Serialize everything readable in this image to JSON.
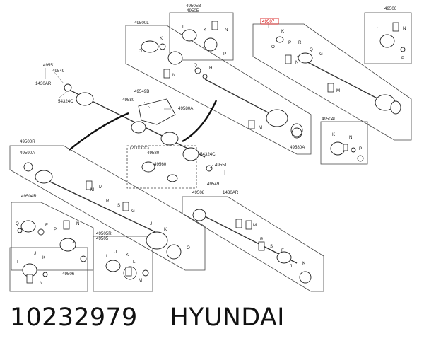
{
  "caption": {
    "part_number": "10232979",
    "brand": "HYUNDAI"
  },
  "highlight_color": "#d40000",
  "callouts": {
    "c49505B": "49505B",
    "c49505": "49505",
    "c49507": "49507",
    "c49506_top": "49506",
    "c49500L": "49500L",
    "c49551_a": "49551",
    "c49549_a": "49549",
    "c1430AR_a": "1430AR",
    "c54324C_a": "54324C",
    "c49549B": "49549B",
    "c49580": "49580",
    "c49580A_a": "49580A",
    "c49580A_b": "49580A",
    "c49504L": "49504L",
    "c49500R": "49500R",
    "c49590A": "49590A",
    "c2000CC": "(2000CC)",
    "c49580_b": "49580",
    "c49560": "49560",
    "c54324C_b": "54324C",
    "c49551_b": "49551",
    "c49549_b": "49549",
    "c1430AR_b": "1430AR",
    "c49508": "49508",
    "c49504R": "49504R",
    "c49505R": "49505R",
    "c49505_b": "49505",
    "c49506_bottom": "49506"
  },
  "parts": [
    "I",
    "J",
    "K",
    "L",
    "M",
    "N",
    "O",
    "P",
    "Q",
    "R",
    "S",
    "F",
    "G",
    "H"
  ]
}
